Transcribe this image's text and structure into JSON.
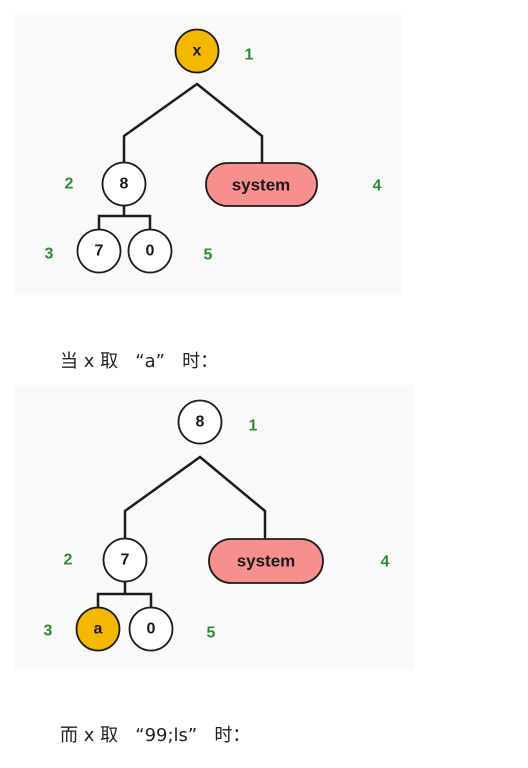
{
  "colors": {
    "highlight": "#f5b800",
    "pill": "#f88f8f",
    "label": "#2e8b2e",
    "panel": "#f9f9f9"
  },
  "diagram1": {
    "nodes": {
      "root": "x",
      "left": "8",
      "right": "system",
      "leaf_left": "7",
      "leaf_right": "0"
    },
    "labels": {
      "n1": "1",
      "n2": "2",
      "n3": "3",
      "n4": "4",
      "n5": "5"
    }
  },
  "caption1": "当 x 取   “a”   时：",
  "diagram2": {
    "nodes": {
      "root": "8",
      "left": "7",
      "right": "system",
      "leaf_left": "a",
      "leaf_right": "0"
    },
    "labels": {
      "n1": "1",
      "n2": "2",
      "n3": "3",
      "n4": "4",
      "n5": "5"
    }
  },
  "caption2": "而 x 取   “99;ls”   时："
}
